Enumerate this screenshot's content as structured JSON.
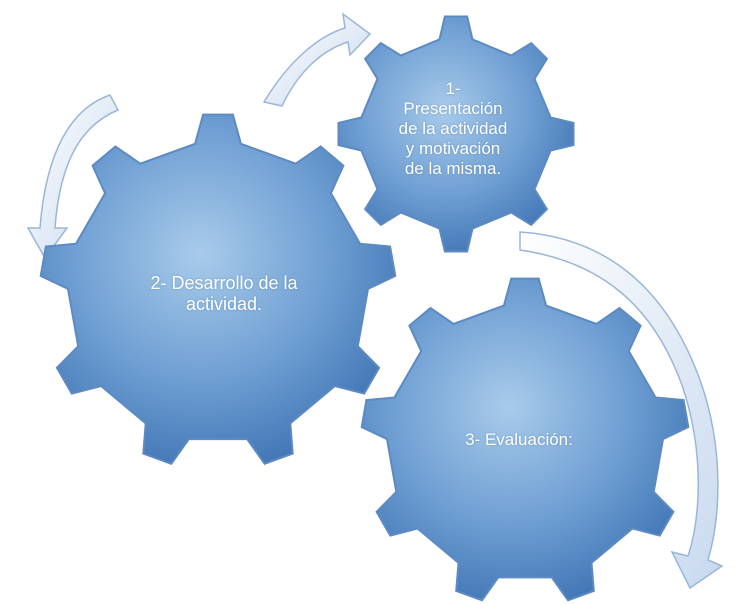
{
  "diagram": {
    "gears": [
      {
        "id": "gear-1",
        "label": "1-\nPresentación\nde la actividad\ny motivación\nde la misma."
      },
      {
        "id": "gear-2",
        "label": "2- Desarrollo de la\nactividad."
      },
      {
        "id": "gear-3",
        "label": "3- Evaluación:"
      }
    ],
    "colors": {
      "gear_fill_light": "#a8cbea",
      "gear_fill_mid": "#6f9fd3",
      "gear_fill_dark": "#3f73b3",
      "gear_stroke": "#5d8ac2",
      "label_text": "#ffffff",
      "arrow_fill": "#dfe9f6",
      "arrow_stroke": "#9ab6d8"
    },
    "icons": [
      "gear-icon",
      "curved-arrow-icon"
    ]
  }
}
